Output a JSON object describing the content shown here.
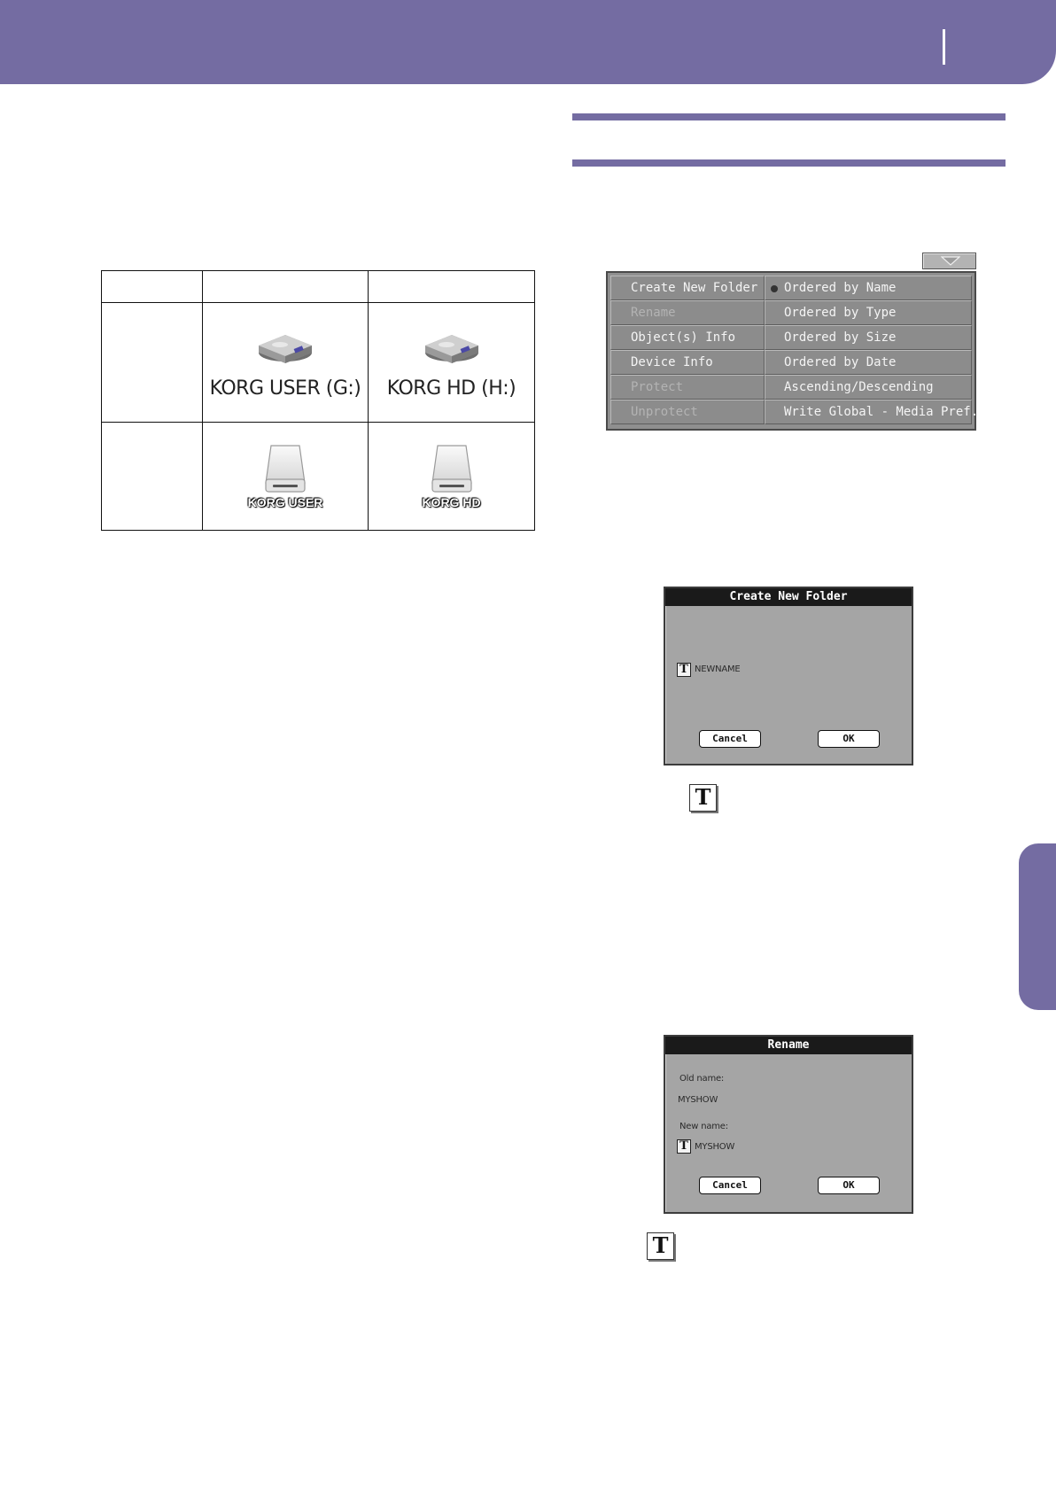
{
  "colors": {
    "accent": "#746ca2",
    "menu_bg": "#8f8f8f",
    "dialog_bg": "#a5a5a5"
  },
  "drive_table": {
    "windows": {
      "user_label": "KORG USER (G:)",
      "hd_label": "KORG HD (H:)",
      "icon": "hard-drive-icon"
    },
    "mac": {
      "user_label": "KORG USER",
      "hd_label": "KORG HD",
      "icon": "mac-drive-icon"
    }
  },
  "context_menu": {
    "left_items": [
      {
        "label": "Create New Folder",
        "enabled": true
      },
      {
        "label": "Rename",
        "enabled": false
      },
      {
        "label": "Object(s) Info",
        "enabled": true
      },
      {
        "label": "Device Info",
        "enabled": true
      },
      {
        "label": "Protect",
        "enabled": false
      },
      {
        "label": "Unprotect",
        "enabled": false
      }
    ],
    "right_items": [
      {
        "label": "Ordered by Name",
        "selected": true
      },
      {
        "label": "Ordered by Type",
        "selected": false
      },
      {
        "label": "Ordered by Size",
        "selected": false
      },
      {
        "label": "Ordered by Date",
        "selected": false
      },
      {
        "label": "Ascending/Descending",
        "selected": false
      },
      {
        "label": "Write Global - Media Pref.",
        "selected": false
      }
    ]
  },
  "create_dialog": {
    "title": "Create New Folder",
    "t_glyph": "T",
    "name_value": "NEWNAME",
    "cancel_label": "Cancel",
    "ok_label": "OK"
  },
  "rename_dialog": {
    "title": "Rename",
    "old_name_label": "Old name:",
    "old_name_value": "MYSHOW",
    "new_name_label": "New name:",
    "t_glyph": "T",
    "new_name_value": "MYSHOW",
    "cancel_label": "Cancel",
    "ok_label": "OK"
  },
  "text_edit_icon": {
    "glyph": "T"
  }
}
